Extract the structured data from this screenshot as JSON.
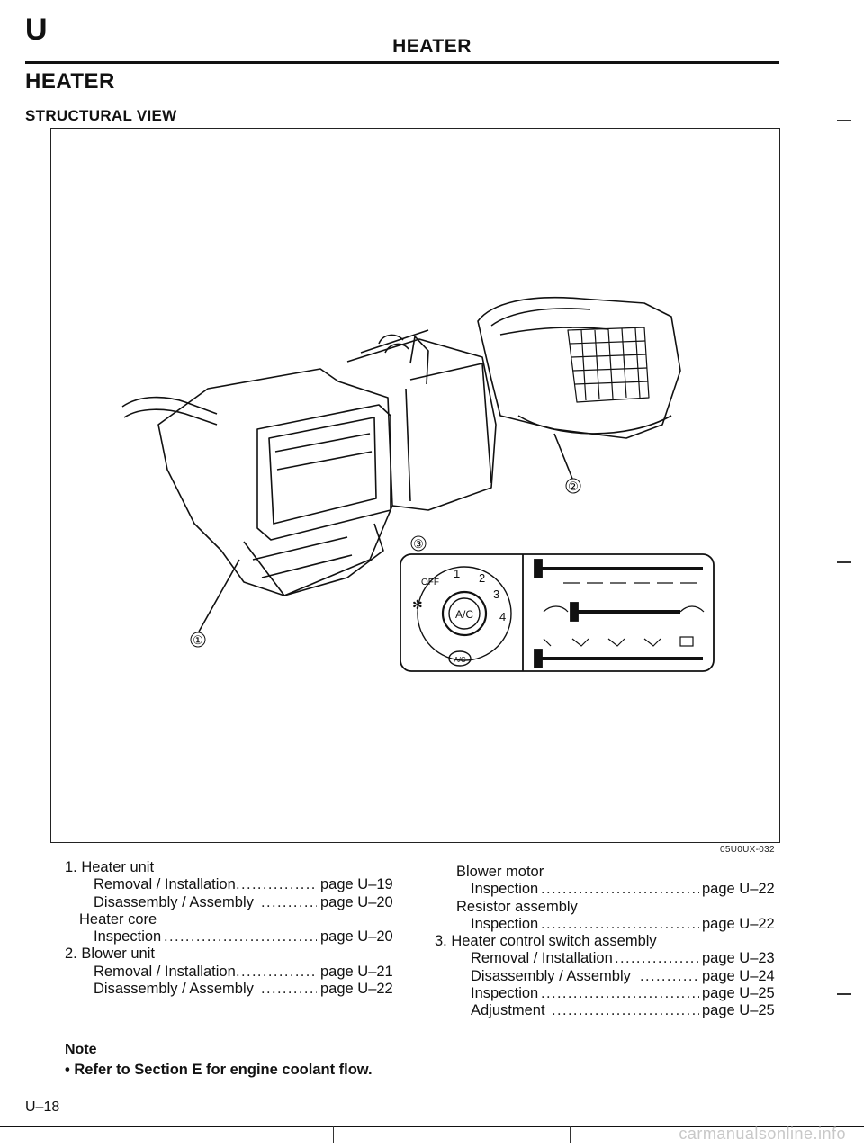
{
  "header": {
    "section_letter": "U",
    "title": "HEATER"
  },
  "page_heading": "HEATER",
  "sub_heading": "STRUCTURAL VIEW",
  "figure": {
    "code": "05U0UX-032",
    "callouts": [
      "①",
      "②",
      "③"
    ],
    "control_panel": {
      "fan_labels": [
        "OFF",
        "1",
        "2",
        "3",
        "4"
      ],
      "ac_label": "A/C",
      "ac_small_label": "A/C"
    }
  },
  "left_list": [
    {
      "text": "1. Heater unit",
      "page": ""
    },
    {
      "text": "Removal / Installation",
      "page": "page U–19"
    },
    {
      "text": "Disassembly / Assembly",
      "page": "page U–20"
    },
    {
      "text": "Heater core",
      "page": ""
    },
    {
      "text": "Inspection",
      "page": "page U–20"
    },
    {
      "text": "2. Blower unit",
      "page": ""
    },
    {
      "text": "Removal / Installation",
      "page": "page U–21"
    },
    {
      "text": "Disassembly / Assembly",
      "page": "page U–22"
    }
  ],
  "right_list": [
    {
      "text": "Blower motor",
      "page": ""
    },
    {
      "text": "Inspection",
      "page": "page U–22"
    },
    {
      "text": "Resistor assembly",
      "page": ""
    },
    {
      "text": "Inspection",
      "page": "page U–22"
    },
    {
      "text": "3. Heater control switch assembly",
      "page": ""
    },
    {
      "text": "Removal / Installation",
      "page": "page U–23"
    },
    {
      "text": "Disassembly / Assembly",
      "page": "page U–24"
    },
    {
      "text": "Inspection",
      "page": "page U–25"
    },
    {
      "text": "Adjustment",
      "page": "page U–25"
    }
  ],
  "note": {
    "label": "Note",
    "text": "• Refer to Section E for engine coolant flow."
  },
  "page_number": "U–18",
  "watermark": "carmanualsonline.info"
}
